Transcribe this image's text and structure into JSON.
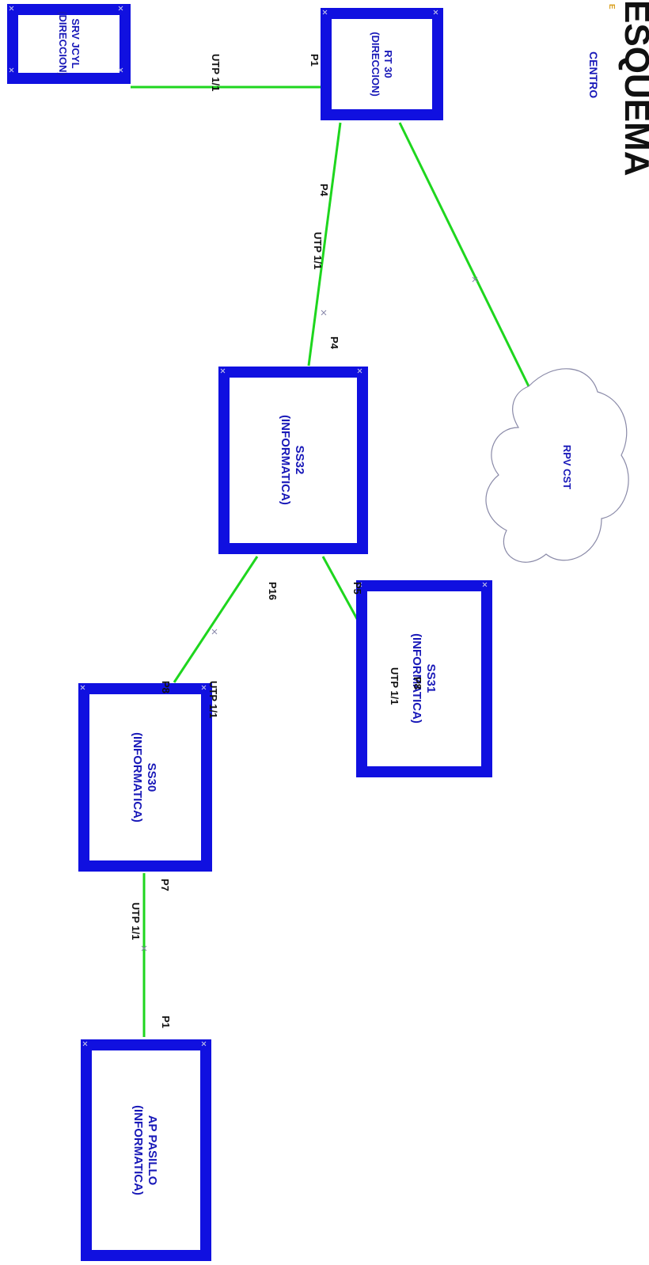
{
  "header": {
    "title_fragment": "CENTRO",
    "partial_title": "ESQUEMA",
    "small_mark": "E"
  },
  "colors": {
    "node_border": "#1010e0",
    "node_text": "#1818b8",
    "link": "#1ed61e",
    "port_text": "#111111",
    "cloud_stroke": "#8a8aa8"
  },
  "nodes": {
    "rt30": {
      "name": "RT 30",
      "area": "(DIRECCION)"
    },
    "srv_jcyl": {
      "name": "SRV JCYL",
      "area": "(DIRECCION)"
    },
    "ss32": {
      "name": "SS32",
      "area": "(INFORMATICA)"
    },
    "ss31": {
      "name": "SS31",
      "area": "(INFORMATICA)"
    },
    "ss30": {
      "name": "SS30",
      "area": "(INFORMATICA)"
    },
    "ap_pasillo": {
      "name": "AP PASILLO",
      "area": "(INFORMATICA)"
    },
    "rpv": {
      "name": "RPV CST"
    }
  },
  "links": {
    "rt30_srv": {
      "port_a": "P1",
      "cable": "UTP 1/1"
    },
    "rt30_ss32": {
      "port_a": "P4",
      "cable": "UTP 1/1",
      "port_b": "P4"
    },
    "ss32_ss31": {
      "port_a": "P5",
      "cable": "UTP 1/1",
      "port_b": "P8"
    },
    "ss32_ss30": {
      "port_a": "P16",
      "cable": "UTP 1/1",
      "port_b": "P8"
    },
    "ss30_ap": {
      "port_a": "P7",
      "cable": "UTP 1/1",
      "port_b": "P1"
    }
  }
}
